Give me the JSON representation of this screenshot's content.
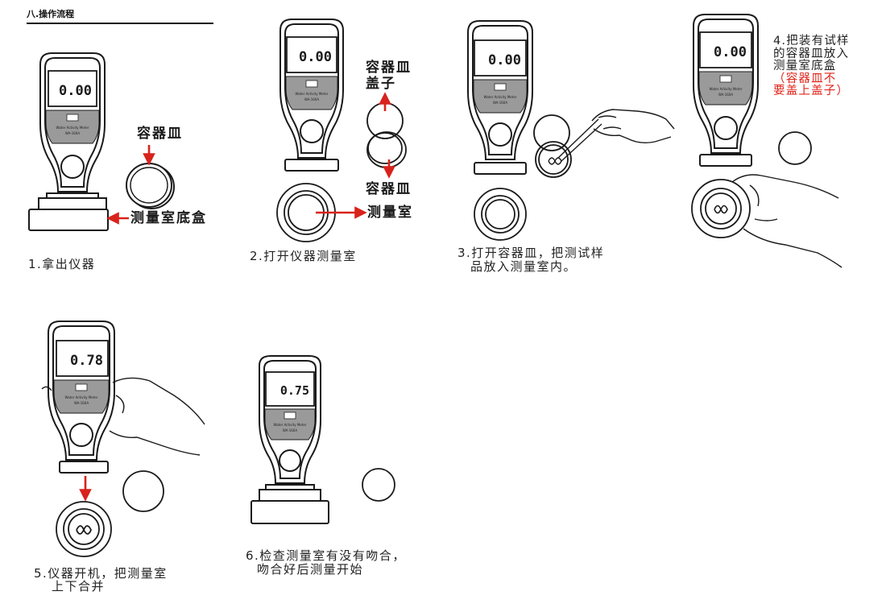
{
  "section_title": "八.操作流程",
  "device": {
    "brand_text": "Water Activity Meter",
    "model_text": "WA-160A"
  },
  "steps": [
    {
      "caption_lines": [
        "1.拿出仪器"
      ],
      "display": "0.00",
      "labels": {
        "dish": "容器皿",
        "base": "测量室底盒"
      }
    },
    {
      "caption_lines": [
        "2.打开仪器测量室"
      ],
      "display": "0.00",
      "labels": {
        "lid_lines": [
          "容器皿",
          "盖子"
        ],
        "dish": "容器皿",
        "chamber": "测量室"
      }
    },
    {
      "caption_lines": [
        "3.打开容器皿，把测试样",
        "品放入测量室内。"
      ],
      "display": "0.00"
    },
    {
      "caption_lines": [
        "4.把装有试样",
        "的容器皿放入",
        "测量室底盒"
      ],
      "note_red_lines": [
        "（容器皿不",
        "要盖上盖子）"
      ],
      "display": "0.00"
    },
    {
      "caption_lines": [
        "5.仪器开机，把测量室",
        "上下合并"
      ],
      "display": "0.78"
    },
    {
      "caption_lines": [
        "6.检查测量室有没有吻合，",
        "吻合好后测量开始"
      ],
      "display": "0.75"
    }
  ],
  "colors": {
    "arrow": "#d8231c",
    "line": "#1a1a1a",
    "panel": "#9a9a9a",
    "note_red": "#e0241b"
  }
}
